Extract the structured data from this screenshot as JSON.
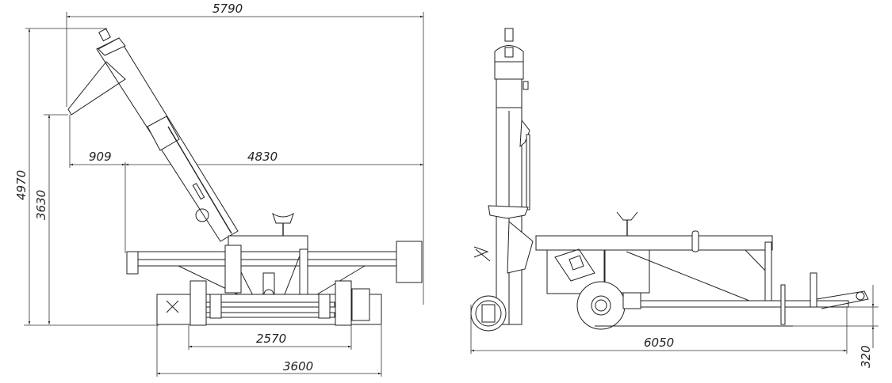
{
  "front_view": {
    "dimensions": {
      "overall_width": "5790",
      "overall_height": "4970",
      "hopper_height": "3630",
      "hopper_offset": "909",
      "frame_width": "4830",
      "track_width": "2570",
      "wheel_span": "3600"
    }
  },
  "side_view": {
    "dimensions": {
      "overall_length": "6050",
      "hitch_height": "320"
    }
  },
  "colors": {
    "line": "#222222",
    "background": "#ffffff"
  }
}
